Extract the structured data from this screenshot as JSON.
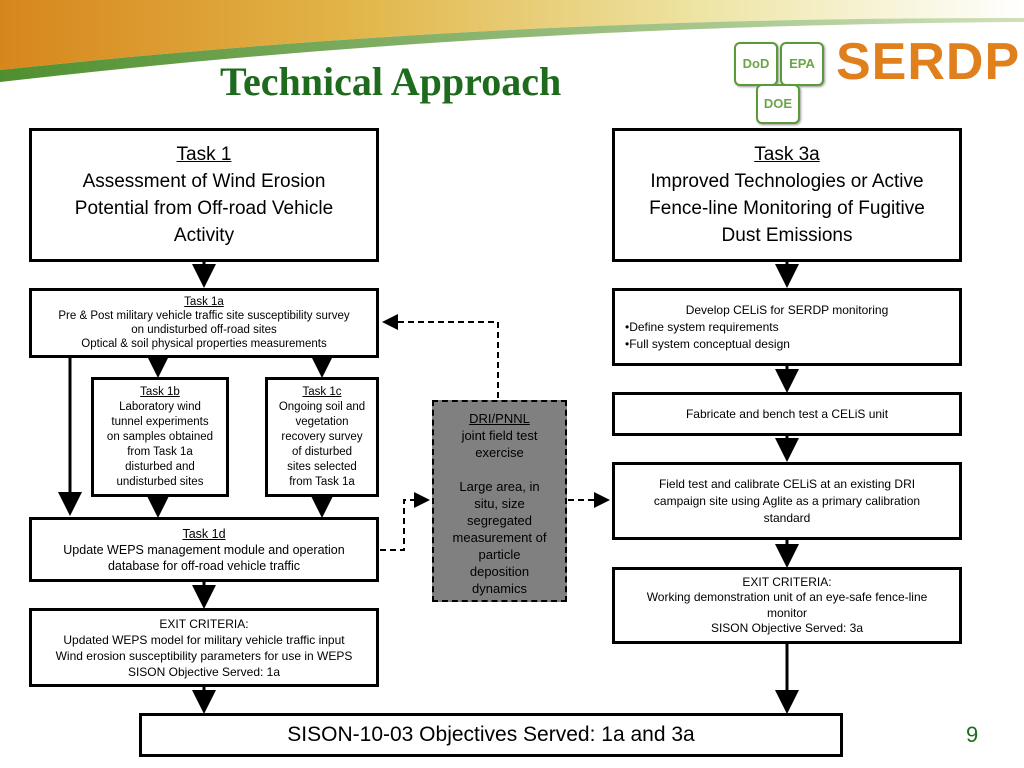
{
  "title": "Technical Approach",
  "logo": {
    "dod": "DoD",
    "epa": "EPA",
    "doe": "DOE",
    "serdp": "SERDP"
  },
  "page_number": "9",
  "left": {
    "task1": {
      "label": "Task 1",
      "text": [
        "Assessment of Wind Erosion",
        "Potential from Off-road Vehicle",
        "Activity"
      ]
    },
    "task1a": {
      "label": "Task 1a",
      "text": [
        "Pre & Post military vehicle traffic  site susceptibility survey",
        "on undisturbed off-road sites",
        "Optical & soil physical properties measurements"
      ]
    },
    "task1b": {
      "label": "Task 1b",
      "text": [
        "Laboratory wind",
        "tunnel experiments",
        "on samples obtained",
        "from Task 1a",
        "disturbed and",
        "undisturbed sites"
      ]
    },
    "task1c": {
      "label": "Task 1c",
      "text": [
        "Ongoing soil and",
        "vegetation",
        "recovery survey",
        "of disturbed",
        "sites selected",
        "from Task 1a"
      ]
    },
    "task1d": {
      "label": "Task 1d",
      "text": [
        "Update WEPS management module and operation",
        "database  for off-road vehicle traffic"
      ]
    },
    "exit": {
      "text": [
        "EXIT CRITERIA:",
        "Updated WEPS model for military vehicle traffic input",
        "Wind erosion susceptibility parameters for use in WEPS",
        "SISON Objective Served: 1a"
      ]
    }
  },
  "middle": {
    "title": "DRI/PNNL",
    "text": [
      "joint field test",
      "exercise"
    ],
    "text2": [
      "Large area, in",
      "situ, size",
      "segregated",
      "measurement of",
      "particle",
      "deposition",
      "dynamics"
    ]
  },
  "right": {
    "task3a": {
      "label": "Task 3a",
      "text": [
        "Improved Technologies or Active",
        "Fence-line Monitoring of Fugitive",
        "Dust Emissions"
      ]
    },
    "develop": {
      "text": [
        "Develop CELiS for SERDP monitoring",
        "•Define system requirements",
        "•Full system conceptual design"
      ]
    },
    "fabricate": {
      "text": "Fabricate and bench test a CELiS unit"
    },
    "field": {
      "text": [
        "Field test and calibrate CELiS at an existing DRI",
        "campaign site using Aglite as a primary calibration",
        "standard"
      ]
    },
    "exit": {
      "text": [
        "EXIT CRITERIA:",
        "Working demonstration unit of an eye-safe fence-line",
        "monitor",
        "SISON Objective Served:  3a"
      ]
    }
  },
  "bottom": {
    "text": "SISON-10-03 Objectives Served:  1a and 3a"
  },
  "colors": {
    "title": "#1e6b1e",
    "serdp": "#e0801c",
    "logo_tile": "#6ba547",
    "dashed_box": "#808080"
  }
}
